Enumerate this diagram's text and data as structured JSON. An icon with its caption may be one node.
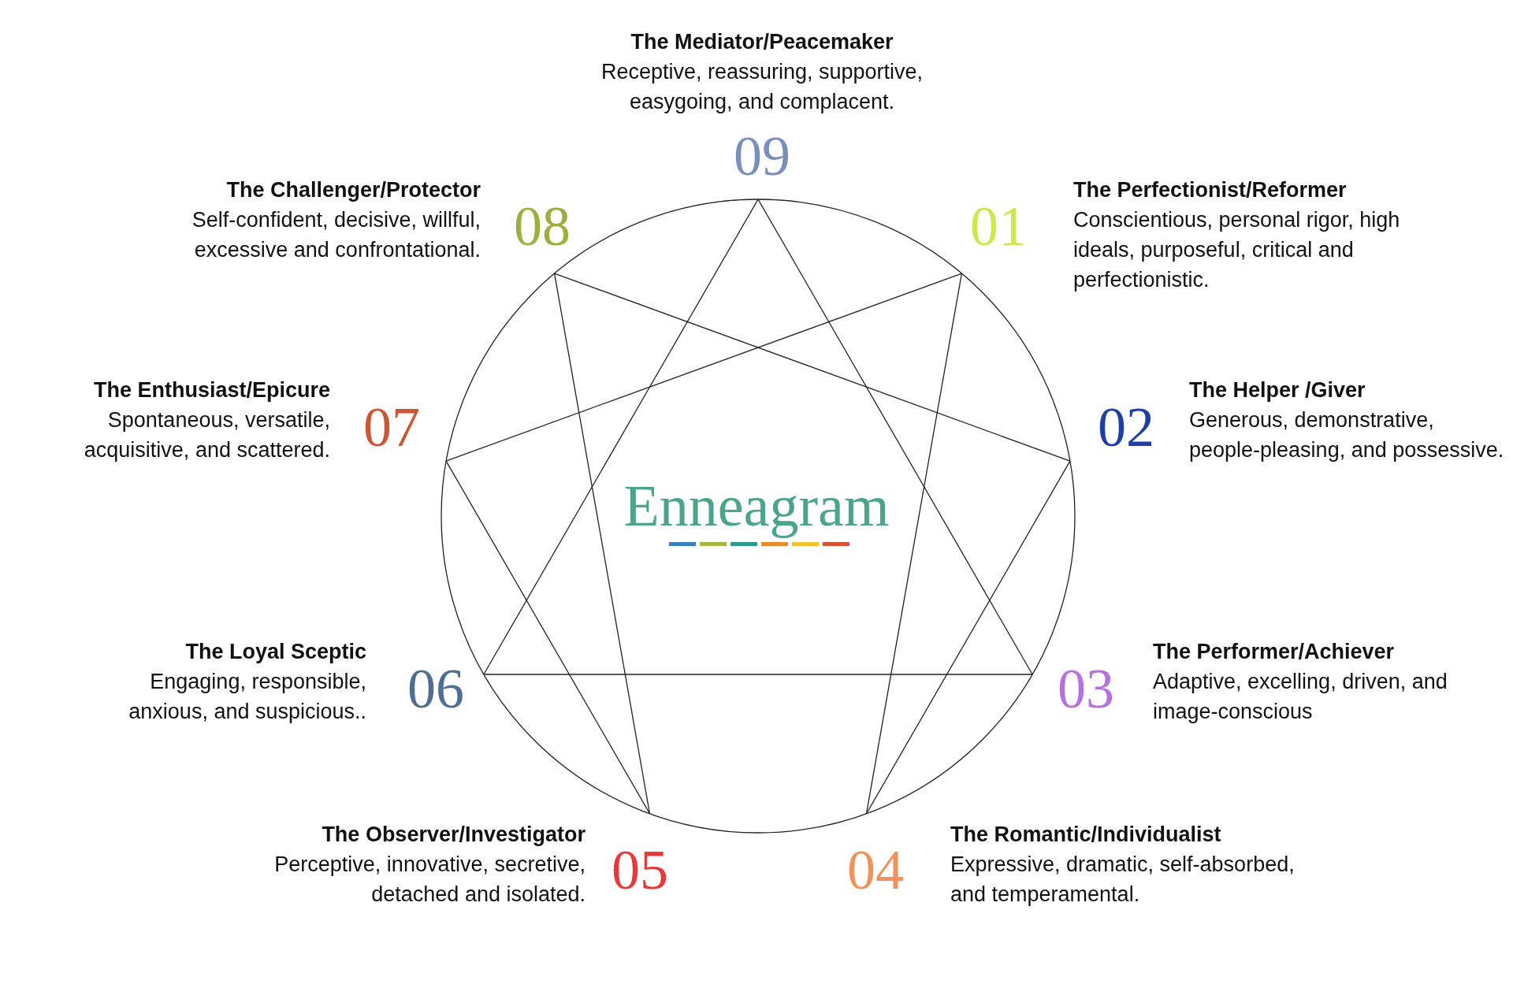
{
  "diagram": {
    "title": "Enneagram",
    "nodes": [
      {
        "text": [
          "09"
        ],
        "beside": [
          "The Mediator/Peacemaker",
          "Receptive, reassuring, supportive, easygoing, and complacent."
        ]
      },
      {
        "text": [
          "08"
        ],
        "beside": [
          "The Challenger/Protector",
          "Self-confident, decisive, willful, excessive and confrontational."
        ]
      },
      {
        "text": [
          "01"
        ],
        "beside": [
          "The Perfectionist/Reformer",
          "Conscientious, personal rigor, high ideals, purposeful, critical and perfectionistic."
        ]
      },
      {
        "text": [
          "07"
        ],
        "beside": [
          "The Enthusiast/Epicure",
          "Spontaneous, versatile, acquisitive, and scattered."
        ]
      },
      {
        "text": [
          "02"
        ],
        "beside": [
          "The Helper /Giver",
          "Generous, demonstrative, people-pleasing, and possessive."
        ]
      },
      {
        "text": [
          "06"
        ],
        "beside": [
          "The Loyal Sceptic",
          "Engaging, responsible, anxious, and suspicious.."
        ]
      },
      {
        "text": [
          "03"
        ],
        "beside": [
          "The Performer/Achiever",
          "Adaptive, excelling, driven, and image-conscious"
        ]
      },
      {
        "text": [
          "05"
        ],
        "beside": [
          "The Observer/Investigator",
          "Perceptive, innovative, secretive, detached and isolated."
        ]
      },
      {
        "text": [
          "04"
        ],
        "beside": [
          "The Romantic/Individualist",
          "Expressive, dramatic, self-absorbed, and temperamental."
        ]
      }
    ],
    "edges": [
      {
        "from": 0,
        "to": 6,
        "arrow": "none"
      },
      {
        "from": 0,
        "to": 5,
        "arrow": "none"
      },
      {
        "from": 5,
        "to": 6,
        "arrow": "none"
      },
      {
        "from": 2,
        "to": 8,
        "arrow": "none"
      },
      {
        "from": 8,
        "to": 4,
        "arrow": "none"
      },
      {
        "from": 4,
        "to": 1,
        "arrow": "none"
      },
      {
        "from": 1,
        "to": 7,
        "arrow": "none"
      },
      {
        "from": 7,
        "to": 3,
        "arrow": "none"
      },
      {
        "from": 3,
        "to": 2,
        "arrow": "none"
      }
    ]
  }
}
